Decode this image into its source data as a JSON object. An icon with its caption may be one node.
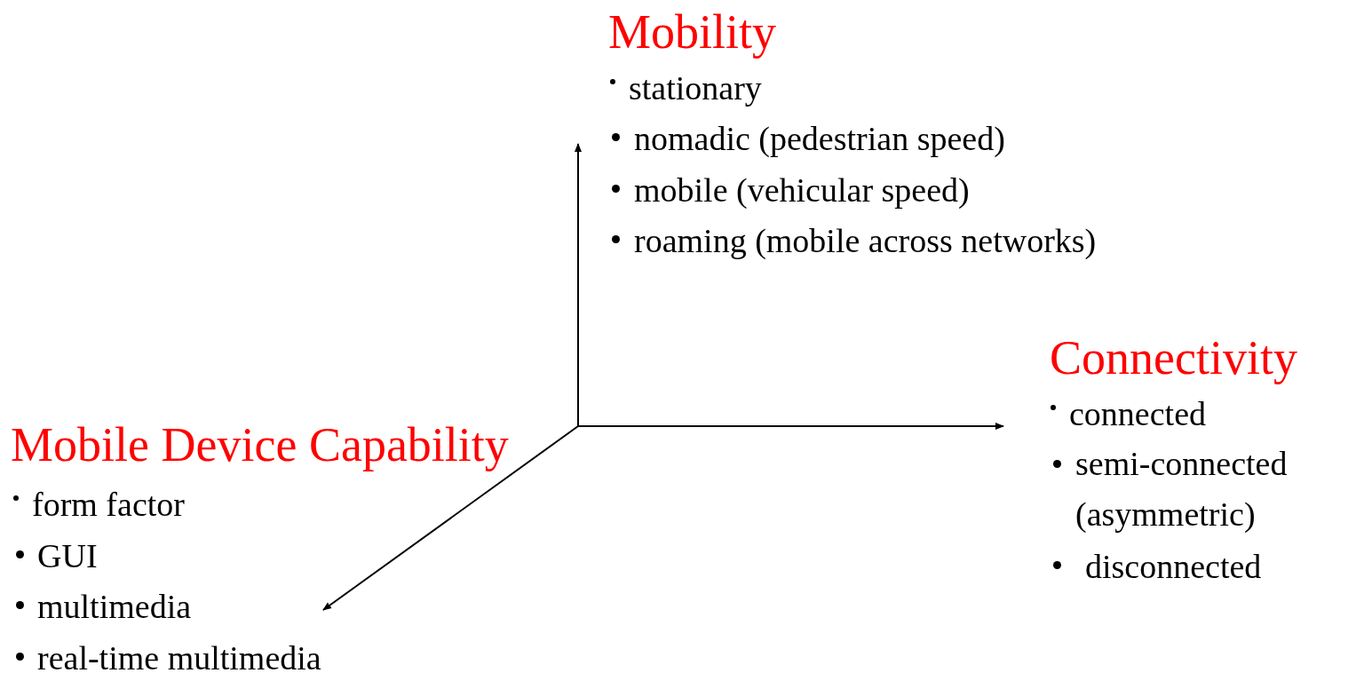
{
  "diagram": {
    "labels": [
      "Mobility",
      "stationary",
      "nomadic (pedestrian speed)",
      "mobile (vehicular speed)",
      "roaming (mobile across networks)",
      "Connectivity",
      "connected",
      "semi-connected (asymmetric)",
      "disconnected",
      "Mobile Device Capability",
      "form factor",
      "GUI",
      "multimedia",
      "real-time multimedia"
    ]
  }
}
